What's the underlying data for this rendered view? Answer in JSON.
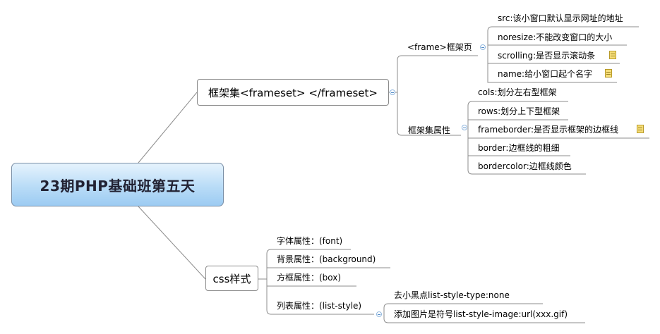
{
  "central": "23期PHP基础班第五天",
  "frameset": {
    "label": "框架集<frameset> </frameset>",
    "frame": {
      "label": "<frame>框架页",
      "items": [
        {
          "text": "src:该小窗口默认显示网址的地址",
          "note": false
        },
        {
          "text": "noresize:不能改变窗口的大小",
          "note": false
        },
        {
          "text": "scrolling:是否显示滚动条",
          "note": true
        },
        {
          "text": "name:给小窗口起个名字",
          "note": true
        }
      ]
    },
    "attrs": {
      "label": "框架集属性",
      "items": [
        {
          "text": "cols:划分左右型框架",
          "note": false
        },
        {
          "text": "rows:划分上下型框架",
          "note": false
        },
        {
          "text": "frameborder:是否显示框架的边框线",
          "note": true
        },
        {
          "text": "border:边框线的粗细",
          "note": false
        },
        {
          "text": "bordercolor:边框线颜色",
          "note": false
        }
      ]
    }
  },
  "css": {
    "label": "css样式",
    "items": [
      {
        "text": "字体属性：(font)"
      },
      {
        "text": "背景属性：(background)"
      },
      {
        "text": "方框属性：(box)"
      },
      {
        "text": "列表属性：(list-style)"
      }
    ],
    "list_style": [
      {
        "text": "去小黑点list-style-type:none"
      },
      {
        "text": "添加图片是符号list-style-image:url(xxx.gif)"
      }
    ]
  }
}
